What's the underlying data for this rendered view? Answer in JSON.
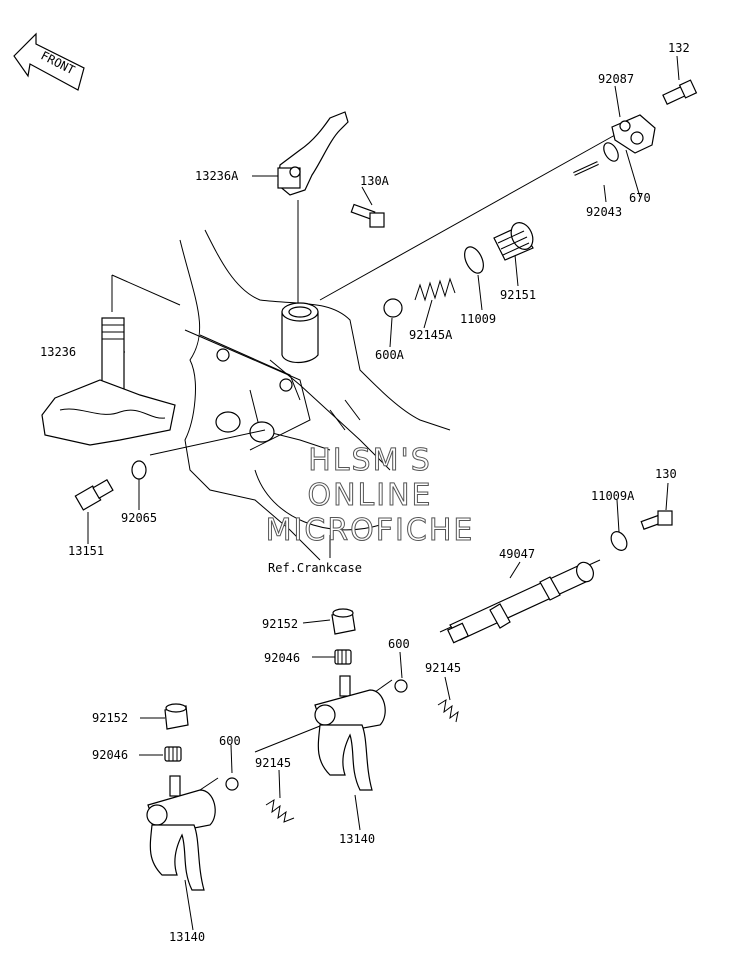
{
  "front_label": "FRONT",
  "watermark": {
    "line1": "HLSM'S",
    "line2": "ONLINE",
    "line3": "MICROFICHE"
  },
  "ref_label": "Ref.Crankcase",
  "parts": {
    "p132": "132",
    "p92087": "92087",
    "p13236A": "13236A",
    "p130A": "130A",
    "p92043": "92043",
    "p670": "670",
    "p11009": "11009",
    "p92151": "92151",
    "p92145A": "92145A",
    "p600A": "600A",
    "p13236": "13236",
    "p92065": "92065",
    "p13151": "13151",
    "p130": "130",
    "p11009A": "11009A",
    "p49047": "49047",
    "p92152a": "92152",
    "p92046a": "92046",
    "p600a": "600",
    "p92145a": "92145",
    "p13140a": "13140",
    "p92152b": "92152",
    "p92046b": "92046",
    "p600b": "600",
    "p92145b": "92145",
    "p13140b": "13140"
  }
}
